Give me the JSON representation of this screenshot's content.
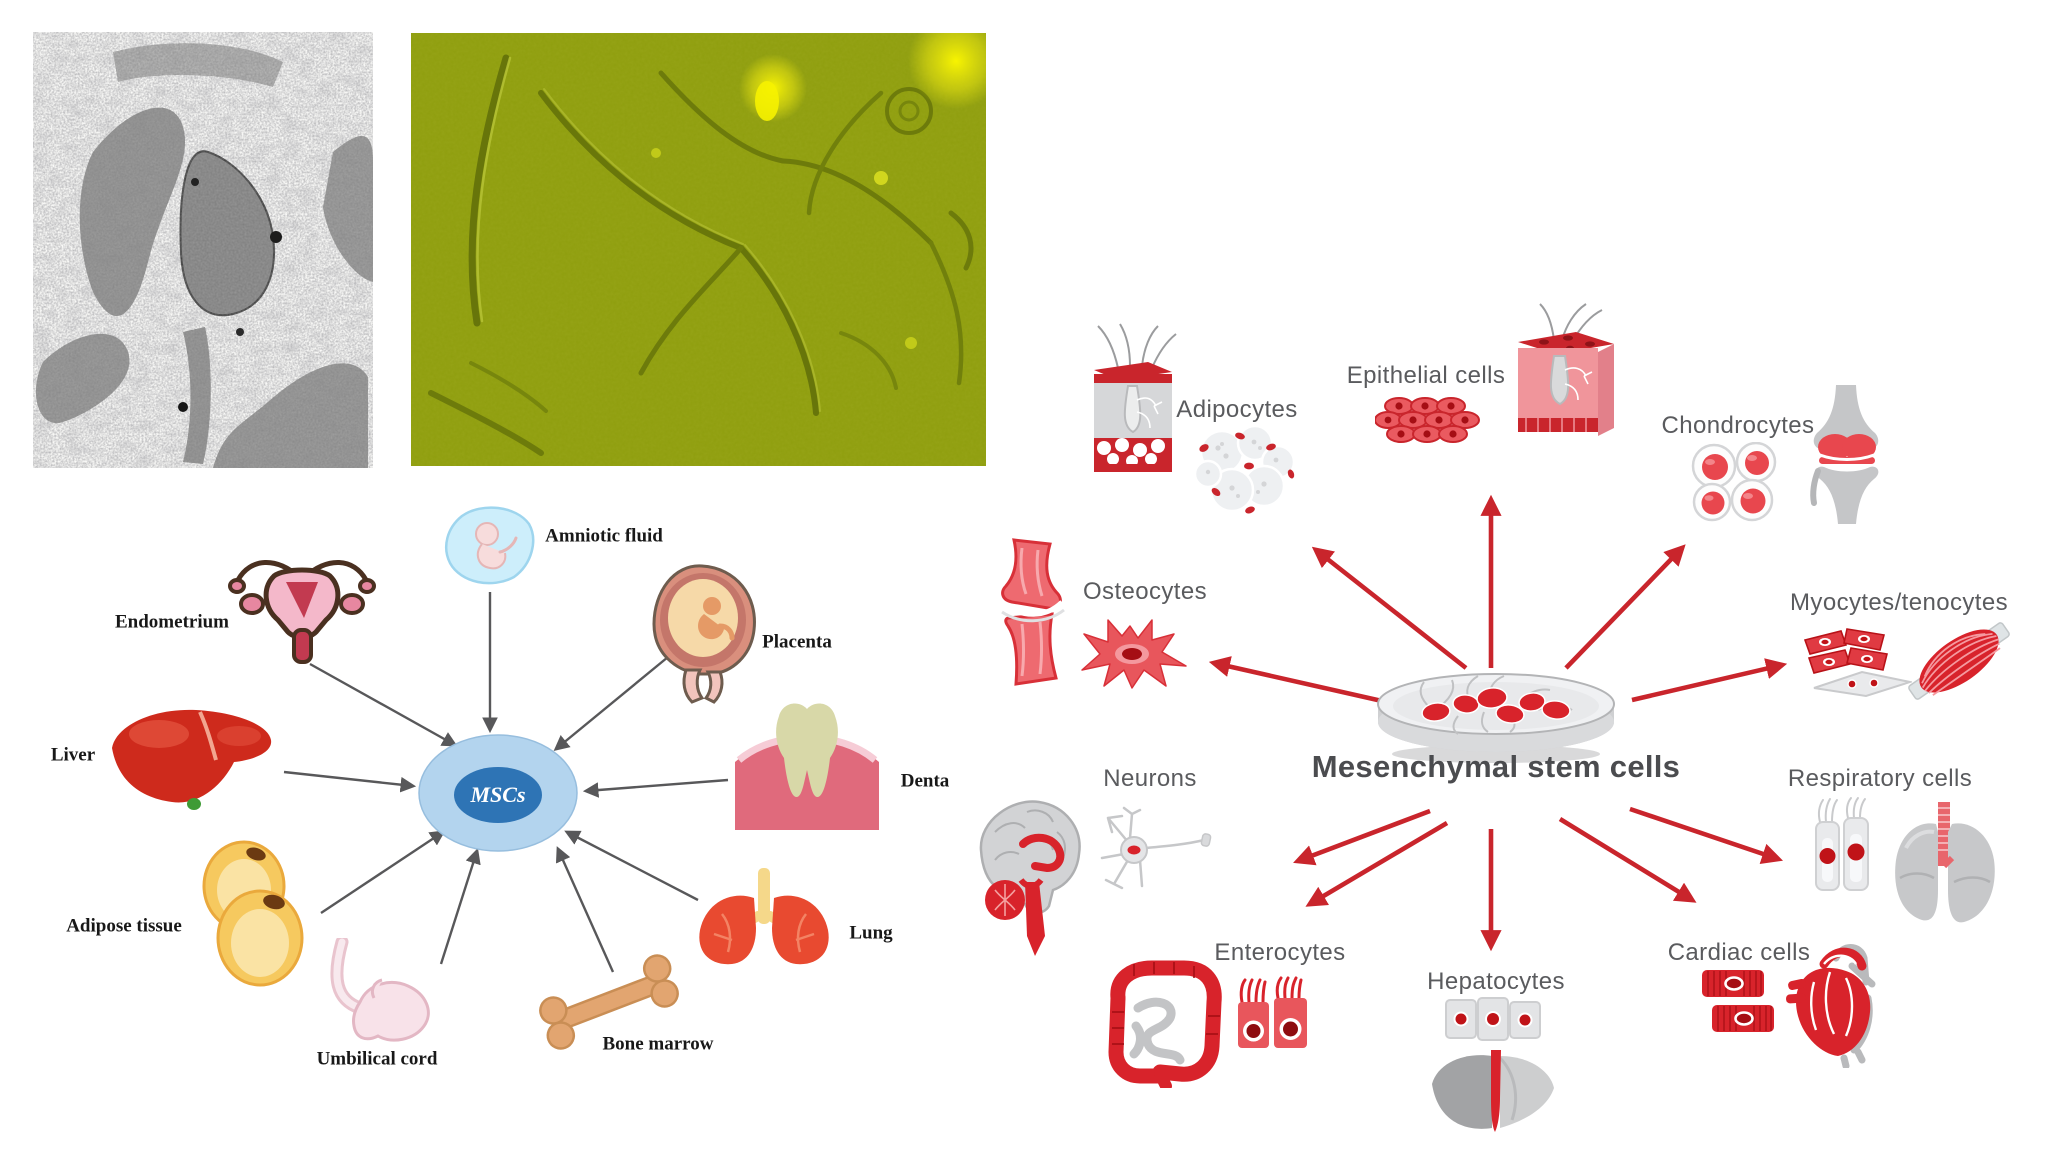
{
  "micrographs": {
    "em": {
      "name": "electron-micrograph",
      "style": "grayscale",
      "bg": "#f7f7f5"
    },
    "phase": {
      "name": "phase-contrast-micrograph",
      "base_color": "#8f9e0e",
      "highlight_color": "#f6f200"
    }
  },
  "left_diagram": {
    "center_label": "MSCs",
    "center_colors": {
      "outer": "#b3d4ee",
      "inner": "#2e74b5"
    },
    "arrow_color": "#58585a",
    "sources": [
      {
        "id": "endometrium",
        "label": "Endometrium",
        "icon": "uterus-icon"
      },
      {
        "id": "amniotic-fluid",
        "label": "Amniotic fluid",
        "icon": "amniotic-sac-icon"
      },
      {
        "id": "placenta",
        "label": "Placenta",
        "icon": "placenta-icon"
      },
      {
        "id": "liver",
        "label": "Liver",
        "icon": "liver-icon"
      },
      {
        "id": "dental",
        "label": "Denta",
        "icon": "tooth-icon",
        "truncated": true
      },
      {
        "id": "adipose-tissue",
        "label": "Adipose tissue",
        "icon": "adipocyte-icon"
      },
      {
        "id": "umbilical-cord",
        "label": "Umbilical cord",
        "icon": "umbilical-cord-icon"
      },
      {
        "id": "lung",
        "label": "Lung",
        "icon": "lung-icon"
      },
      {
        "id": "bone-marrow",
        "label": "Bone marrow",
        "icon": "bone-icon"
      }
    ]
  },
  "right_diagram": {
    "center_label": "Mesenchymal stem cells",
    "center_icon": "petri-dish-icon",
    "arrow_color": "#c9252c",
    "label_color": "#5a5b5e",
    "cell_types": [
      {
        "id": "adipocytes",
        "label": "Adipocytes",
        "icons": [
          "skin-block-icon",
          "fat-cells-icon"
        ]
      },
      {
        "id": "epithelial-cells",
        "label": "Epithelial cells",
        "icons": [
          "epithelial-sheet-icon",
          "skin-block-pink-icon"
        ]
      },
      {
        "id": "chondrocytes",
        "label": "Chondrocytes",
        "icons": [
          "chondrocyte-cells-icon",
          "knee-joint-icon"
        ]
      },
      {
        "id": "osteocytes",
        "label": "Osteocytes",
        "icons": [
          "bone-joint-icon",
          "osteocyte-cell-icon"
        ]
      },
      {
        "id": "myocytes-tenocytes",
        "label": "Myocytes/tenocytes",
        "icons": [
          "myocyte-cells-icon",
          "tenocyte-cell-icon",
          "muscle-icon"
        ]
      },
      {
        "id": "neurons",
        "label": "Neurons",
        "icons": [
          "brain-icon",
          "neuron-cell-icon"
        ]
      },
      {
        "id": "respiratory-cells",
        "label": "Respiratory cells",
        "icons": [
          "ciliated-cells-icon",
          "lungs-icon"
        ]
      },
      {
        "id": "enterocytes",
        "label": "Enterocytes",
        "icons": [
          "intestine-icon",
          "villi-cells-icon"
        ]
      },
      {
        "id": "hepatocytes",
        "label": "Hepatocytes",
        "icons": [
          "hepatocyte-cells-icon",
          "liver-gray-icon"
        ]
      },
      {
        "id": "cardiac-cells",
        "label": "Cardiac cells",
        "icons": [
          "cardiac-muscle-cells-icon",
          "heart-icon"
        ]
      }
    ]
  }
}
